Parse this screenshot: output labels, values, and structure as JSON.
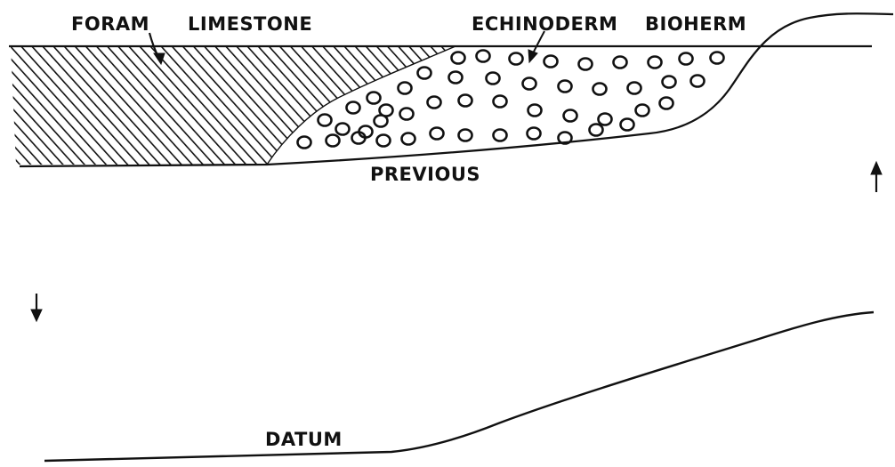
{
  "labels": {
    "foram": "FORAM",
    "limestone": "LIMESTONE",
    "echinoderm": "ECHINODERM",
    "bioherm": "BIOHERM",
    "previous": "PREVIOUS",
    "datum": "DATUM"
  },
  "colors": {
    "ink": "#111111",
    "paper": "#ffffff"
  },
  "icons": {
    "up_arrow": "arrow-up-icon",
    "down_arrow": "arrow-down-icon"
  }
}
